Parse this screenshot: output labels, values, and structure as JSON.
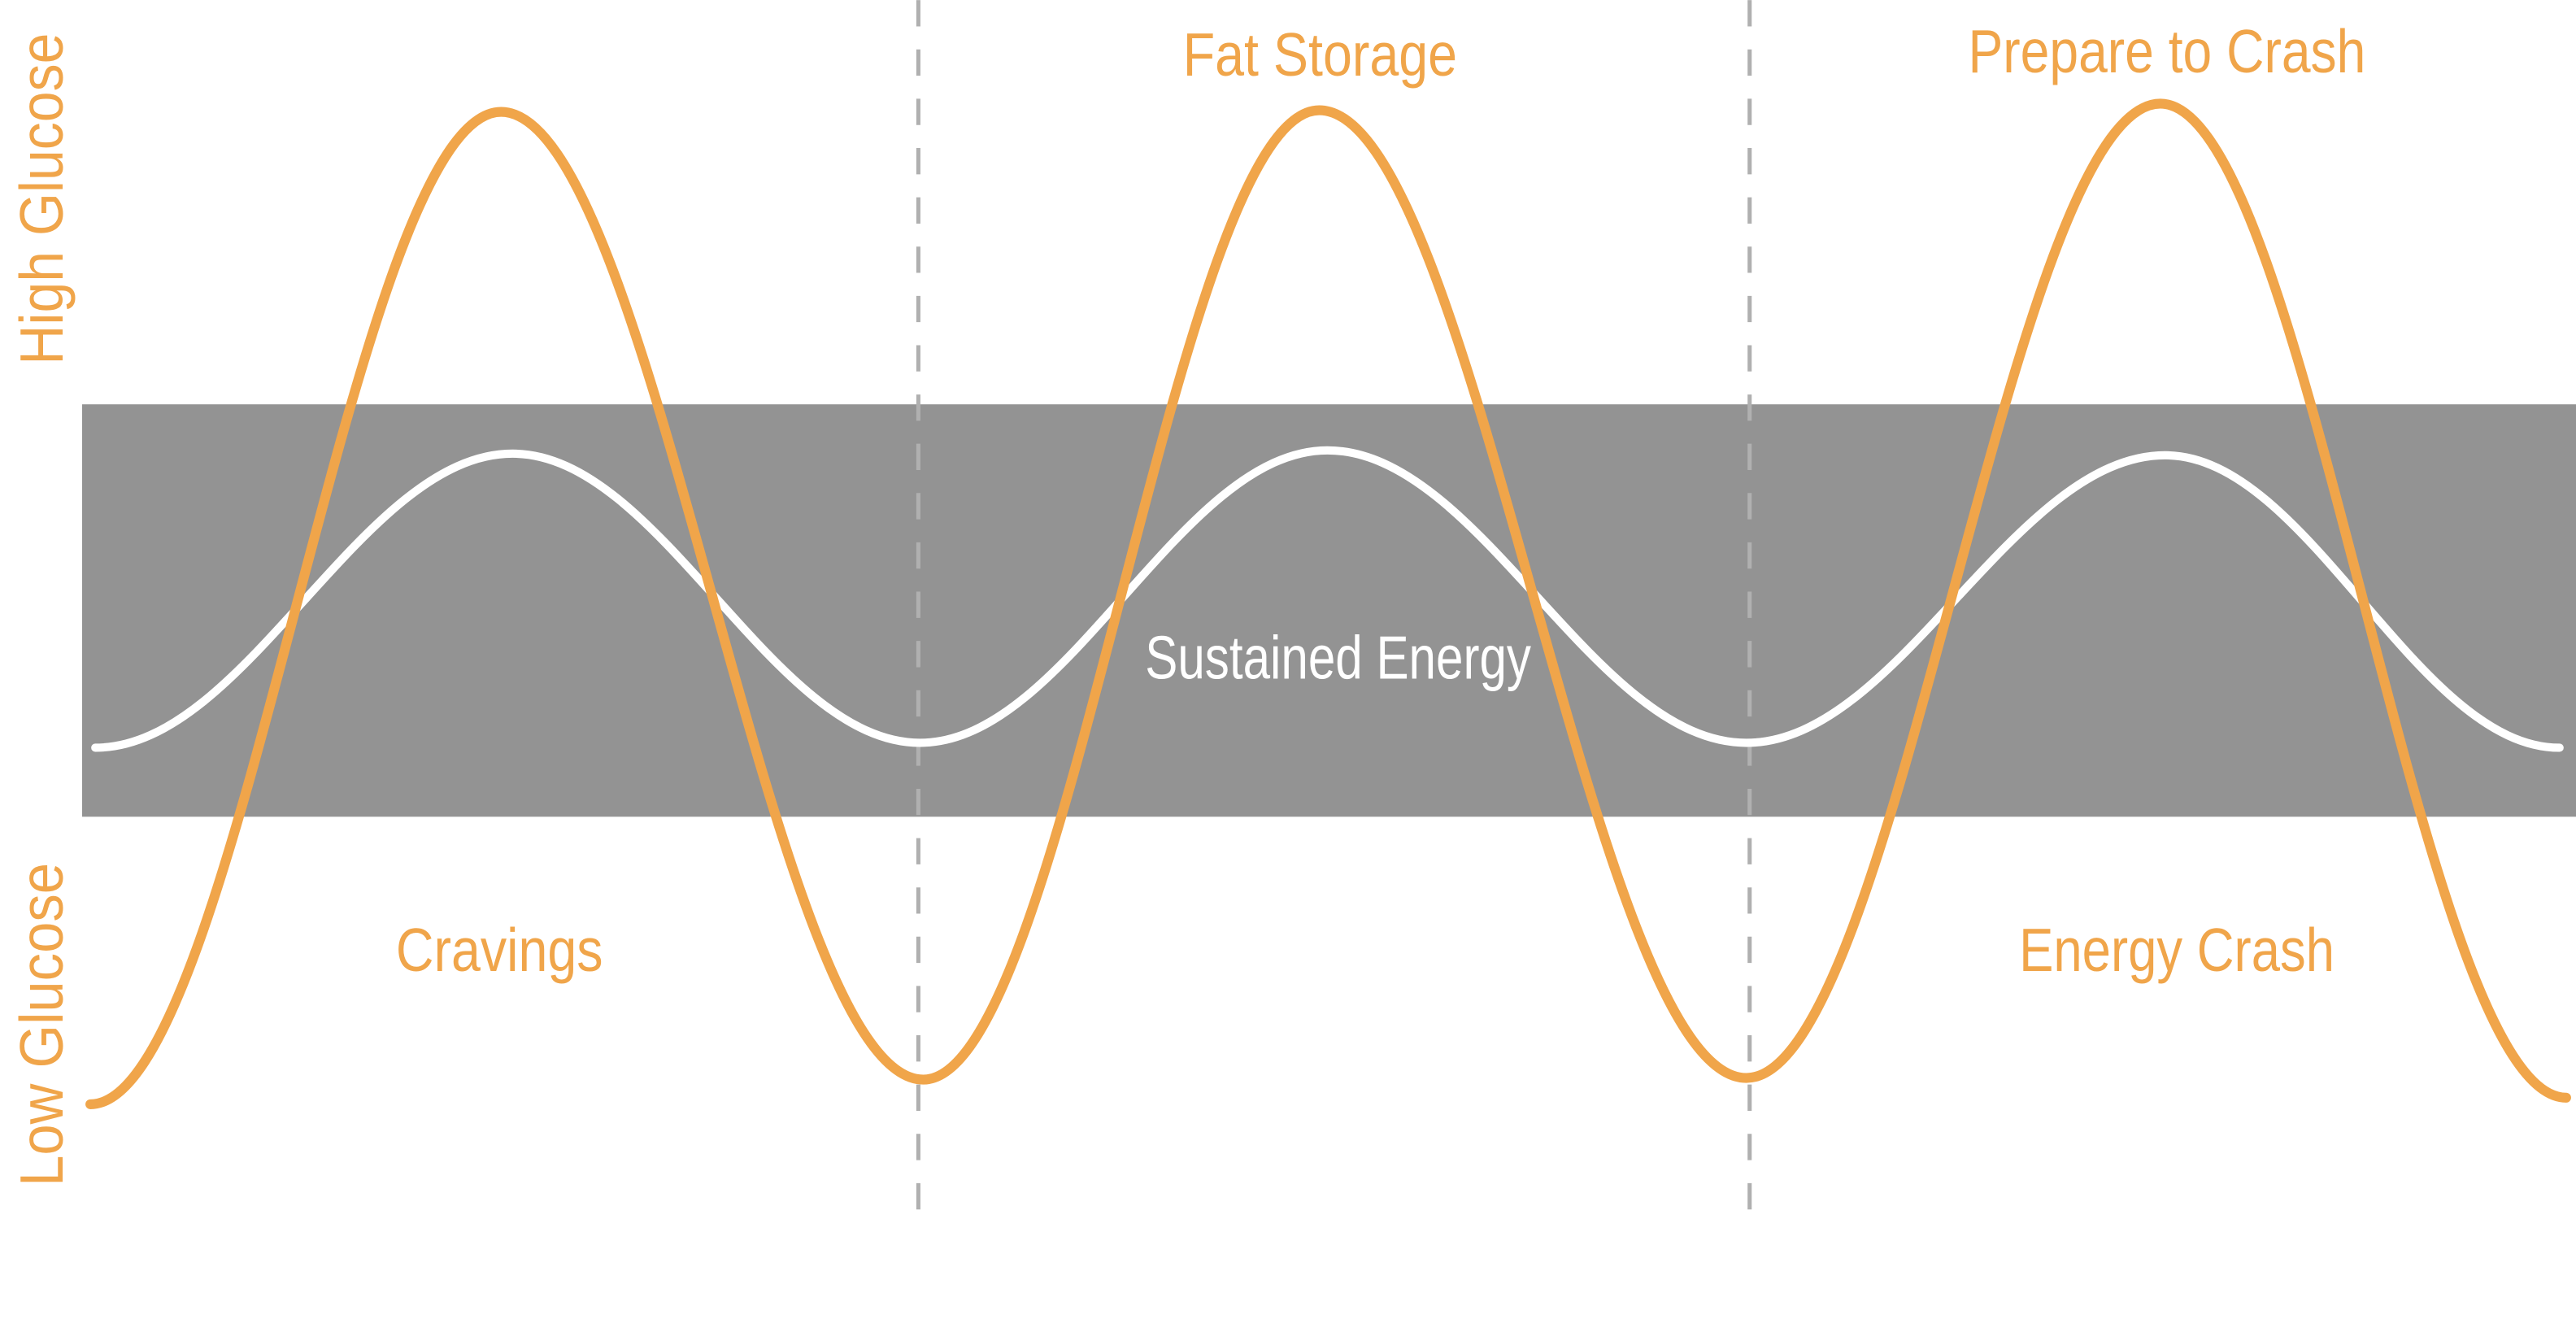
{
  "colors": {
    "accent": "#f0a54a",
    "band": "#939393",
    "energy_line": "#ffffff",
    "divider": "#b0b0b0"
  },
  "axis": {
    "high_label": "High Glucose",
    "low_label": "Low Glucose"
  },
  "zones": {
    "fat_storage": "Fat Storage",
    "prepare_to_crash": "Prepare to Crash",
    "cravings": "Cravings",
    "energy_crash": "Energy Crash",
    "sustained_energy": "Sustained Energy"
  },
  "legend_series": [
    {
      "name": "glucose-spikes",
      "color": "#f0a54a"
    },
    {
      "name": "sustained-energy",
      "color": "#ffffff"
    }
  ]
}
